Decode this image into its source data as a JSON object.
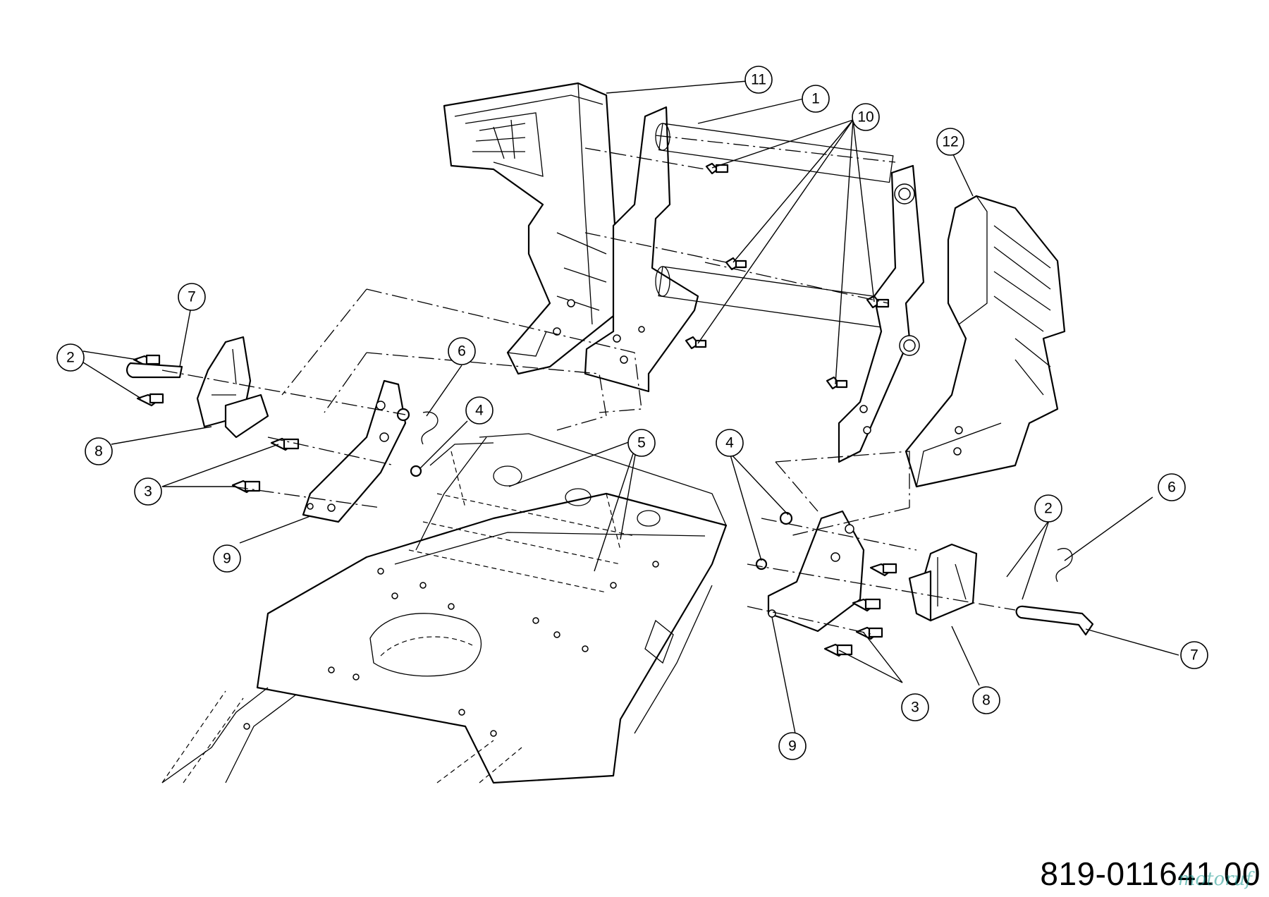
{
  "diagram": {
    "callouts": [
      {
        "id": "c11",
        "label": "11"
      },
      {
        "id": "c1",
        "label": "1"
      },
      {
        "id": "c10",
        "label": "10"
      },
      {
        "id": "c12",
        "label": "12"
      },
      {
        "id": "c7a",
        "label": "7"
      },
      {
        "id": "c2a",
        "label": "2"
      },
      {
        "id": "c6a",
        "label": "6"
      },
      {
        "id": "c4a",
        "label": "4"
      },
      {
        "id": "c8a",
        "label": "8"
      },
      {
        "id": "c5",
        "label": "5"
      },
      {
        "id": "c4b",
        "label": "4"
      },
      {
        "id": "c3a",
        "label": "3"
      },
      {
        "id": "c9a",
        "label": "9"
      },
      {
        "id": "c6b",
        "label": "6"
      },
      {
        "id": "c2b",
        "label": "2"
      },
      {
        "id": "c7b",
        "label": "7"
      },
      {
        "id": "c8b",
        "label": "8"
      },
      {
        "id": "c3b",
        "label": "3"
      },
      {
        "id": "c9b",
        "label": "9"
      }
    ]
  },
  "footer": {
    "drawing_number": "819-011641 00",
    "watermark": "motoruf"
  }
}
